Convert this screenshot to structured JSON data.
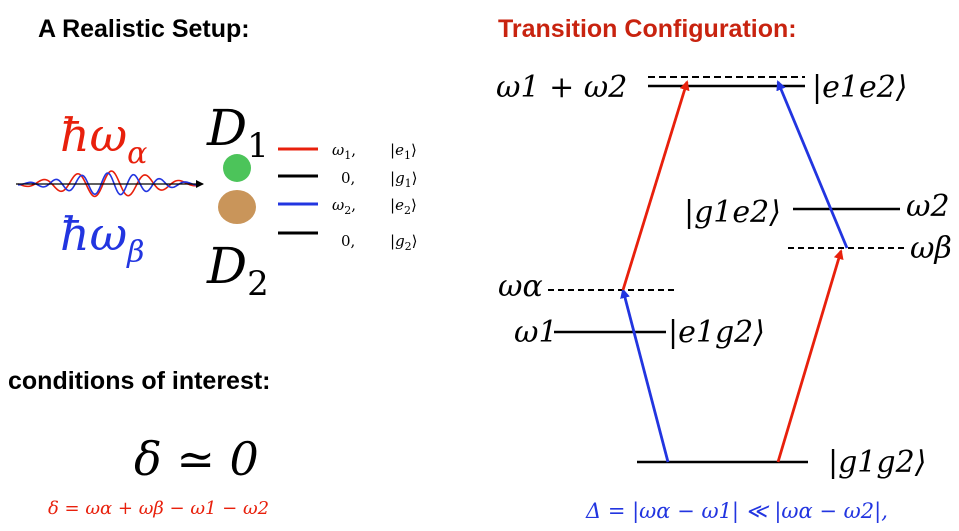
{
  "left_panel": {
    "title": "A Realistic Setup:",
    "photon_alpha": "ħω",
    "photon_alpha_sub": "α",
    "photon_beta": "ħω",
    "photon_beta_sub": "β",
    "dot_1_label": "D",
    "dot_1_sub": "1",
    "dot_2_label": "D",
    "dot_2_sub": "2",
    "levels": [
      {
        "energy": "ω",
        "energy_sub": "1",
        "state": "e",
        "state_sub": "1"
      },
      {
        "energy": "0",
        "energy_sub": "",
        "state": "g",
        "state_sub": "1"
      },
      {
        "energy": "ω",
        "energy_sub": "2",
        "state": "e",
        "state_sub": "2"
      },
      {
        "energy": "0",
        "energy_sub": "",
        "state": "g",
        "state_sub": "2"
      }
    ],
    "conditions_title": "conditions of interest:",
    "condition_main": "δ ≃ 0",
    "condition_definition": "δ = ωα + ωβ − ω1 − ω2"
  },
  "right_panel": {
    "title": "Transition Configuration:",
    "top_energy": "ω1 + ω2",
    "top_state": "|e1e2⟩",
    "mid_right_state": "|g1e2⟩",
    "mid_right_energy": "ω2",
    "beta_label": "ωβ",
    "alpha_label": "ωα",
    "mid_left_energy": "ω1",
    "mid_left_state": "|e1g2⟩",
    "ground_state": "|g1g2⟩",
    "delta_definition": "Δ = |ωα − ω1| ≪ |ωα − ω2|,"
  },
  "colors": {
    "red": "#e8200c",
    "blue": "#2235e0",
    "title_red": "#c8230f",
    "brown": "#9a6a18",
    "green": "#4cc45a",
    "dot_brown": "#c9955a",
    "black": "#000000"
  }
}
